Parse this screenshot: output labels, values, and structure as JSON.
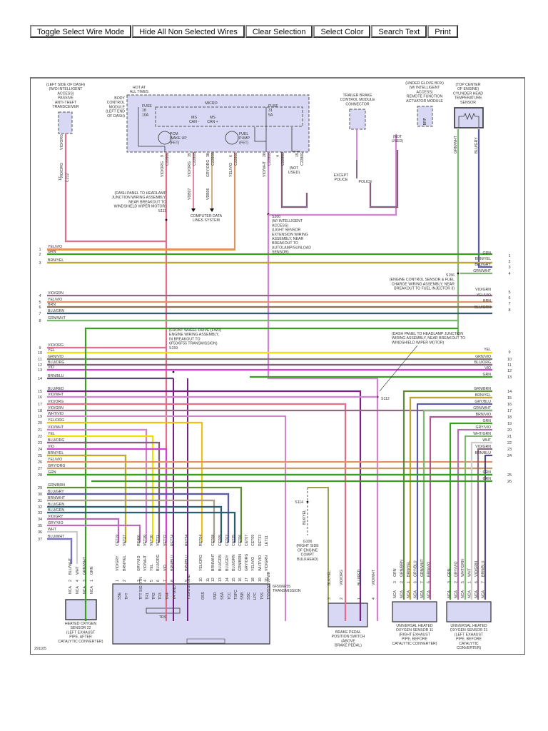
{
  "toolbar": {
    "buttons": [
      {
        "id": "toggle-select-wire-mode",
        "label": "Toggle Select Wire Mode"
      },
      {
        "id": "hide-all-non-selected-wires",
        "label": "Hide All Non Selected Wires"
      },
      {
        "id": "clear-selection",
        "label": "Clear Selection"
      },
      {
        "id": "select-color",
        "label": "Select Color"
      },
      {
        "id": "search-text",
        "label": "Search Text"
      },
      {
        "id": "print",
        "label": "Print"
      }
    ]
  },
  "diagram": {
    "figure_id": "291105",
    "colors": {
      "VIO": "#d63fd6",
      "ORG": "#f0a030",
      "YEL": "#f0e000",
      "GRN": "#3aa020",
      "BRN": "#8a7050",
      "BLU": "#2020b0",
      "WHT": "#cccccc",
      "GRY": "#999999",
      "RED": "#e02050",
      "BLK": "#222222",
      "module_fill": "#d8d8f4"
    },
    "components": {
      "pats": {
        "lines": [
          "(LEFT SIDE OF DASH)",
          "(W/O INTELLIGENT",
          "ACCESS)",
          "PASSIVE",
          "ANTI-THEFT",
          "TRANSCEIVER"
        ]
      },
      "bcm": {
        "lines": [
          "BODY",
          "CONTROL",
          "MODULE",
          "(LEFT END",
          "OF DASH)"
        ],
        "hot": [
          "HOT AT",
          "ALL TIMES"
        ],
        "micro": "MICRO",
        "fuse18": [
          "FUSE",
          "18",
          "10A"
        ],
        "fuse31": [
          "FUSE",
          "31",
          "5A"
        ],
        "ms_can_minus": [
          "MS",
          "CAN -"
        ],
        "ms_can_plus": [
          "MS",
          "CAN +"
        ],
        "pcm_wake": [
          "PCM",
          "WAKE UP",
          "(FET)"
        ],
        "fuel_pump": [
          "FUEL",
          "PUMP",
          "(FET)"
        ]
      },
      "trailer": {
        "lines": [
          "TRAILER BRAKE",
          "CONTROL MODULE",
          "CONNECTOR"
        ]
      },
      "rfa": {
        "lines": [
          "(UNDER GLOVE BOX)",
          "(W/ INTELLIGENT",
          "ACCESS)",
          "REMOTE FUNCTION",
          "ACTUATOR MODULE"
        ],
        "pin": "BRP"
      },
      "chts": {
        "lines": [
          "(TOP CENTER",
          "OF ENGINE)",
          "CYLINDER HEAD",
          "TEMPERATURE",
          "SENSOR"
        ]
      },
      "ho2s22": {
        "lines": [
          "HEATED OXYGEN",
          "SENSOR 22",
          "(LEFT EXHAUST",
          "PIPE, AFTER",
          "CATALYTIC CONVERTER)"
        ]
      },
      "trans": {
        "lines": [
          "6F50/6F55",
          "TRANSMISSION"
        ],
        "trs": "TRS"
      },
      "bpp": {
        "lines": [
          "BRAKE PEDAL",
          "POSITION SWITCH",
          "(ABOVE",
          "BRAKE PEDAL)"
        ]
      },
      "uho2s11": {
        "lines": [
          "UNIVERSAL HEATED",
          "OXYGEN SENSOR 11",
          "(RIGHT EXHAUST",
          "PIPE, BEFORE",
          "CATALYTIC CONVERTER)"
        ]
      },
      "uho2s21": {
        "lines": [
          "UNIVERSAL HEATED",
          "OXYGEN SENSOR 21",
          "(LEFT EXHAUST",
          "PIPE, BEFORE",
          "CATALYTIC",
          "CONVERTER)"
        ]
      }
    },
    "notes": {
      "s111": [
        "(DASH PANEL TO HEADLAMP",
        "JUNCTION WIRING ASSEMBLY,",
        "NEAR BREAKOUT TO",
        "WINDSHIELD WIPER MOTOR)",
        "S111"
      ],
      "cdl": [
        "COMPUTER DATA",
        "LINES SYSTEM"
      ],
      "s200": [
        "S200",
        "(W/ INTELLIGENT",
        "ACCESS)",
        "(LIGHT SENSOR",
        "EXTENSION WIRING",
        "ASSEMBLY, NEAR",
        "BREAKOUT TO",
        "AUTOLAMP/SUNLOAD",
        "SENSOR)"
      ],
      "s156": [
        "S156",
        "(ENGINE CONTROL SENSOR & FUEL",
        "CHARGE WIRING ASSEMBLY, NEAR",
        "BREAKOUT TO FUEL INJECTOR 3)"
      ],
      "s159": [
        "(FRONT WHEEL DRIVE (FWD)",
        "ENGINE WIRING ASSEMBLY,",
        "IN BREAKOUT TO",
        "6F50/6F55 TRANSMISSION)",
        "S159"
      ],
      "s112": [
        "(DASH PANEL TO HEADLAMP JUNCTION",
        "WIRING ASSEMBLY, NEAR BREAKOUT TO",
        "WINDSHIELD WIPER MOTOR)"
      ],
      "s112_id": "S112",
      "s114": "S114",
      "g106": [
        "G106",
        "(RIGHT SIDE",
        "OF ENGINE",
        "COMPT",
        "BULKHEAD)"
      ],
      "not_used": [
        "(NOT",
        "USED)"
      ],
      "except_police": [
        "EXCEPT",
        "POLICE"
      ],
      "police": "POLICE"
    },
    "left_rows": [
      {
        "n": "1",
        "c": "YEL/VIO"
      },
      {
        "n": "2",
        "c": "GRN"
      },
      {
        "n": "3",
        "c": "BRN/YEL"
      },
      {
        "n": "4",
        "c": "VIO/GRN"
      },
      {
        "n": "5",
        "c": "YEL/VIO"
      },
      {
        "n": "6",
        "c": "BRN"
      },
      {
        "n": "7",
        "c": "BLU/GRN"
      },
      {
        "n": "8",
        "c": "GRN/WHT"
      },
      {
        "n": "9",
        "c": "VIO/ORG"
      },
      {
        "n": "10",
        "c": "YEL"
      },
      {
        "n": "11",
        "c": "GRN/VIO"
      },
      {
        "n": "12",
        "c": "BLU/ORG"
      },
      {
        "n": "13",
        "c": "VIO"
      },
      {
        "n": "14",
        "c": "BRN/BLU"
      },
      {
        "n": "15",
        "c": "BLU/RED"
      },
      {
        "n": "16",
        "c": "VIO/WHT"
      },
      {
        "n": "17",
        "c": "VIO/ORG"
      },
      {
        "n": "18",
        "c": "VIO/GRN"
      },
      {
        "n": "19",
        "c": "WHT/VIO"
      },
      {
        "n": "20",
        "c": "YEL/ORG"
      },
      {
        "n": "21",
        "c": "VIO/WHT"
      },
      {
        "n": "22",
        "c": "YEL"
      },
      {
        "n": "23",
        "c": "BLU/ORG"
      },
      {
        "n": "24",
        "c": "VIO"
      },
      {
        "n": "25",
        "c": "BRN/YEL"
      },
      {
        "n": "26",
        "c": "YEL/VIO"
      },
      {
        "n": "27",
        "c": "GRY/ORG"
      },
      {
        "n": "28",
        "c": "GRN"
      },
      {
        "n": "29",
        "c": "GRN/BRN"
      },
      {
        "n": "30",
        "c": "BLU/GRY"
      },
      {
        "n": "31",
        "c": "BRN/WHT"
      },
      {
        "n": "32",
        "c": "BLU/GRN"
      },
      {
        "n": "33",
        "c": "BLU/GRN"
      },
      {
        "n": "34",
        "c": "VIO/GRY"
      },
      {
        "n": "35",
        "c": "GRY/VIO"
      },
      {
        "n": "36",
        "c": "WHT"
      },
      {
        "n": "37",
        "c": "BLU/WHT"
      }
    ],
    "right_rows": [
      {
        "n": "1",
        "c": "GRN"
      },
      {
        "n": "2",
        "c": "BRN/YEL"
      },
      {
        "n": "3",
        "c": "BLU/GRY"
      },
      {
        "n": "4",
        "c": "GRN/WHT"
      },
      {
        "n": "5",
        "c": "VIO/GRN"
      },
      {
        "n": "6",
        "c": "YEL/VIO"
      },
      {
        "n": "7",
        "c": "BRN"
      },
      {
        "n": "8",
        "c": "BLU/GRN"
      },
      {
        "n": "9",
        "c": "YEL"
      },
      {
        "n": "10",
        "c": "GRN/VIO"
      },
      {
        "n": "11",
        "c": "BLU/ORG"
      },
      {
        "n": "12",
        "c": "VIO"
      },
      {
        "n": "13",
        "c": "GRN"
      },
      {
        "n": "14",
        "c": "GRN/BRN"
      },
      {
        "n": "15",
        "c": "BRN/YEL"
      },
      {
        "n": "16",
        "c": "GRY/BLU"
      },
      {
        "n": "17",
        "c": "GRN/WHT"
      },
      {
        "n": "18",
        "c": "BRN/VIO"
      },
      {
        "n": "19",
        "c": "GRN"
      },
      {
        "n": "20",
        "c": "GRY/VIO"
      },
      {
        "n": "21",
        "c": "WHT/GRN"
      },
      {
        "n": "22",
        "c": "WHT"
      },
      {
        "n": "23",
        "c": "VIO/GRN"
      },
      {
        "n": "24",
        "c": "BRN/BLU"
      },
      {
        "n": "25",
        "c": "GRN"
      },
      {
        "n": "26",
        "c": "GRN"
      }
    ],
    "top_wires": [
      {
        "label": "VIO/ORG",
        "pin": "9",
        "conn": "C2280E"
      },
      {
        "label": "VIO/ORG",
        "pin": "39",
        "conn": "C2280B",
        "circuit": "VDB07"
      },
      {
        "label": "GRY/ORG",
        "pin": "38",
        "conn": "C2280B",
        "circuit": "VDB06"
      },
      {
        "label": "YEL/VIO",
        "pin": "6",
        "conn": "C2280E"
      },
      {
        "label": "VIO/WHT",
        "pin": "28",
        "conn": "C2280B"
      },
      {
        "label": "BLU/ORG",
        "pin": "4",
        "conn": "C2280D"
      },
      {
        "label": "",
        "pin": "19",
        "conn": "C2280E"
      },
      {
        "label": "VIO/WHT",
        "pin": "",
        "conn": "C3836"
      },
      {
        "label": "BLU/ORG",
        "pin": "2",
        "conn": ""
      },
      {
        "label": "VIO/WHT",
        "pin": "18",
        "conn": "C2150C"
      },
      {
        "label": "GRN/WHT",
        "pin": "2",
        "conn": "C192"
      },
      {
        "label": "BLU/GRY",
        "pin": "1",
        "conn": "C192"
      }
    ],
    "pats_wire": {
      "label": "VIO/ORG",
      "pin": "17",
      "conn": "C212"
    },
    "trans_pins": [
      {
        "pin": "1",
        "color": "VIO/GRY",
        "circuit": "CET19",
        "name": "SSE"
      },
      {
        "pin": "2",
        "color": "BRN/YEL",
        "circuit": "VET27",
        "name": "TFT"
      },
      {
        "pin": "3",
        "color": "GRY/VIO",
        "circuit": "RE406",
        "name": "TFT SIG RTN"
      },
      {
        "pin": "4",
        "color": "VIO/WHT",
        "circuit": "VET29",
        "name": "TR1"
      },
      {
        "pin": "5",
        "color": "YEL",
        "circuit": "VET30",
        "name": "TR2"
      },
      {
        "pin": "6",
        "color": "BLU/ORG",
        "circuit": "VET31",
        "name": "TR3"
      },
      {
        "pin": "7",
        "color": "VIO",
        "circuit": "VET32",
        "name": "TR4"
      },
      {
        "pin": "8",
        "color": "BRN/BLU",
        "circuit": "RET24",
        "name": "TR GND"
      },
      {
        "pin": "9",
        "color": "BRN/BLU",
        "circuit": "RET24",
        "name": "TSS/OSS GND"
      },
      {
        "pin": "10",
        "color": "YEL/ORG",
        "circuit": "RET04",
        "name": "OSS"
      },
      {
        "pin": "11",
        "color": "",
        "circuit": "",
        "name": ""
      },
      {
        "pin": "12",
        "color": "BRN/WHT",
        "circuit": "CET08",
        "name": "SSD"
      },
      {
        "pin": "13",
        "color": "BLU/GRN",
        "circuit": "CET05",
        "name": "SSA"
      },
      {
        "pin": "14",
        "color": "BLU/GRY",
        "circuit": "CET03",
        "name": "TCC"
      },
      {
        "pin": "15",
        "color": "BLU/GRN",
        "circuit": "CET25",
        "name": "TSPC"
      },
      {
        "pin": "16",
        "color": "GRN/BRN",
        "circuit": "CET06",
        "name": "SSB"
      },
      {
        "pin": "17",
        "color": "GRY/ORG",
        "circuit": "CET07",
        "name": "SSC"
      },
      {
        "pin": "18",
        "color": "YEL/VIO",
        "circuit": "CET09",
        "name": "LPC"
      },
      {
        "pin": "19",
        "color": "WHT/VIO",
        "circuit": "RET33",
        "name": "TSS"
      },
      {
        "pin": "20",
        "color": "VIO/GRN",
        "circuit": "LET11",
        "name": "TSS/OSS VPWR"
      }
    ],
    "ho2s22_pins": [
      {
        "pin": "2",
        "color": "BLU/WHT",
        "circuit": "NCA"
      },
      {
        "pin": "4",
        "color": "WHT",
        "circuit": "NCA"
      },
      {
        "pin": "3",
        "color": "GRN/WHT",
        "circuit": "NCA"
      },
      {
        "pin": "1",
        "color": "GRN",
        "circuit": "NCA"
      }
    ],
    "bpp_pins": [
      {
        "pin": "3",
        "color": "BLK/YEL"
      },
      {
        "pin": "2",
        "color": "VIO/ORG"
      },
      {
        "pin": "1",
        "color": "BLU/RED"
      },
      {
        "pin": "4",
        "color": "VIO/WHT"
      }
    ],
    "g106_wire": "BLK/YEL",
    "uho2s11_pins": [
      {
        "pin": "3",
        "color": "GRN",
        "circuit": "NCA"
      },
      {
        "pin": "2",
        "color": "GRN/BRN",
        "circuit": "NCA"
      },
      {
        "pin": "1",
        "color": "BRN/YEL",
        "circuit": "NCA"
      },
      {
        "pin": "6",
        "color": "GRY/BLU",
        "circuit": "NCA"
      },
      {
        "pin": "7",
        "color": "GRN/WHT",
        "circuit": "NCA"
      },
      {
        "pin": "5",
        "color": "BRN/VIO",
        "circuit": "NCA"
      }
    ],
    "uho2s21_pins": [
      {
        "pin": "3",
        "color": "GRN",
        "circuit": "NCA"
      },
      {
        "pin": "2",
        "color": "GRY/VIO",
        "circuit": "NCA"
      },
      {
        "pin": "5",
        "color": "WHT/GRN",
        "circuit": "NCA"
      },
      {
        "pin": "1",
        "color": "WHT",
        "circuit": "NCA"
      },
      {
        "pin": "6",
        "color": "VIO/GRN",
        "circuit": "NCA"
      },
      {
        "pin": "7",
        "color": "BRN/BLU",
        "circuit": "NCA"
      }
    ]
  }
}
